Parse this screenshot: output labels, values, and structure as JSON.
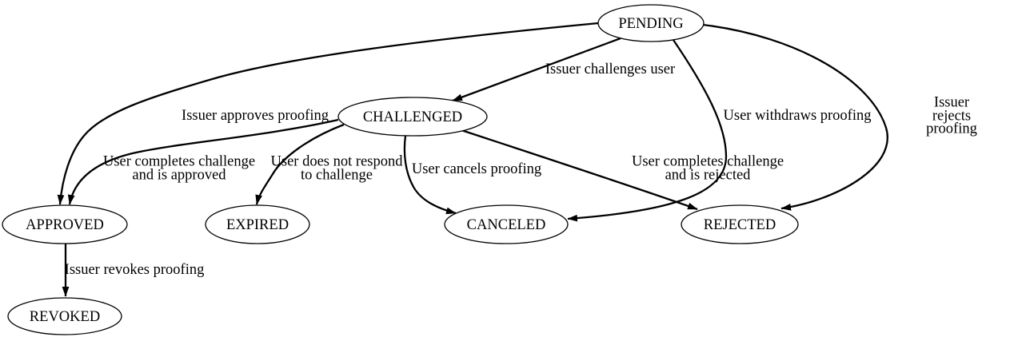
{
  "diagram": {
    "type": "state-machine",
    "colors": {
      "background": "#ffffff",
      "line": "#000000",
      "text": "#000000"
    },
    "states": [
      {
        "id": "pending",
        "label": "PENDING"
      },
      {
        "id": "challenged",
        "label": "CHALLENGED"
      },
      {
        "id": "approved",
        "label": "APPROVED"
      },
      {
        "id": "expired",
        "label": "EXPIRED"
      },
      {
        "id": "canceled",
        "label": "CANCELED"
      },
      {
        "id": "rejected",
        "label": "REJECTED"
      },
      {
        "id": "revoked",
        "label": "REVOKED"
      }
    ],
    "transitions": [
      {
        "from": "PENDING",
        "to": "CHALLENGED",
        "label": "Issuer challenges user"
      },
      {
        "from": "PENDING",
        "to": "APPROVED",
        "label": "Issuer approves proofing"
      },
      {
        "from": "PENDING",
        "to": "CANCELED",
        "label": "User withdraws proofing"
      },
      {
        "from": "PENDING",
        "to": "REJECTED",
        "label": "Issuer rejects proofing"
      },
      {
        "from": "CHALLENGED",
        "to": "APPROVED",
        "label": "User completes challenge\nand is approved"
      },
      {
        "from": "CHALLENGED",
        "to": "EXPIRED",
        "label": "User does not respond\nto challenge"
      },
      {
        "from": "CHALLENGED",
        "to": "CANCELED",
        "label": "User cancels proofing"
      },
      {
        "from": "CHALLENGED",
        "to": "REJECTED",
        "label": "User completes challenge\nand is rejected"
      },
      {
        "from": "APPROVED",
        "to": "REVOKED",
        "label": "Issuer revokes proofing"
      }
    ]
  }
}
